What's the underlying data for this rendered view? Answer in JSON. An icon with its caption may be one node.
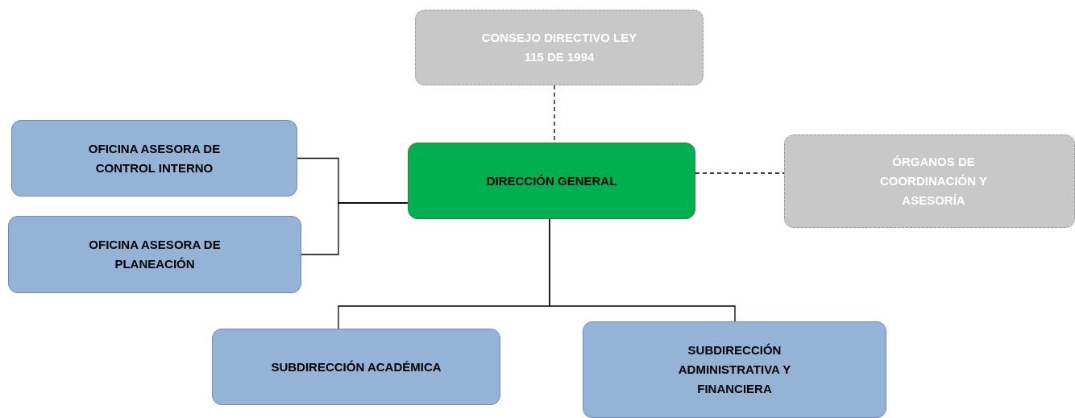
{
  "diagram": {
    "nodes": [
      {
        "text": [
          "CONSEJO DIRECTIVO LEY 115 DE 1994"
        ]
      },
      {
        "text": [
          "DIRECCIÓN GENERAL"
        ]
      },
      {
        "text": [
          "OFICINA ASESORA DE CONTROL INTERNO"
        ]
      },
      {
        "text": [
          "ÓRGANOS DE COORDINACIÓN Y ASESORÍA"
        ]
      },
      {
        "text": [
          "OFICINA ASESORA DE PLANEACIÓN"
        ]
      },
      {
        "text": [
          "SUBDIRECCIÓN ACADÉMICA"
        ]
      },
      {
        "text": [
          "SUBDIRECCIÓN ADMINISTRATIVA Y FINANCIERA"
        ]
      }
    ],
    "edges": [
      {
        "from": 0,
        "to": 1,
        "arrow": "none",
        "style": "dashed"
      },
      {
        "from": 1,
        "to": 3,
        "arrow": "none",
        "style": "dashed"
      },
      {
        "from": 2,
        "to": 1,
        "arrow": "none"
      },
      {
        "from": 4,
        "to": 1,
        "arrow": "none"
      },
      {
        "from": 1,
        "to": 5,
        "arrow": "none"
      },
      {
        "from": 1,
        "to": 6,
        "arrow": "none"
      }
    ]
  }
}
